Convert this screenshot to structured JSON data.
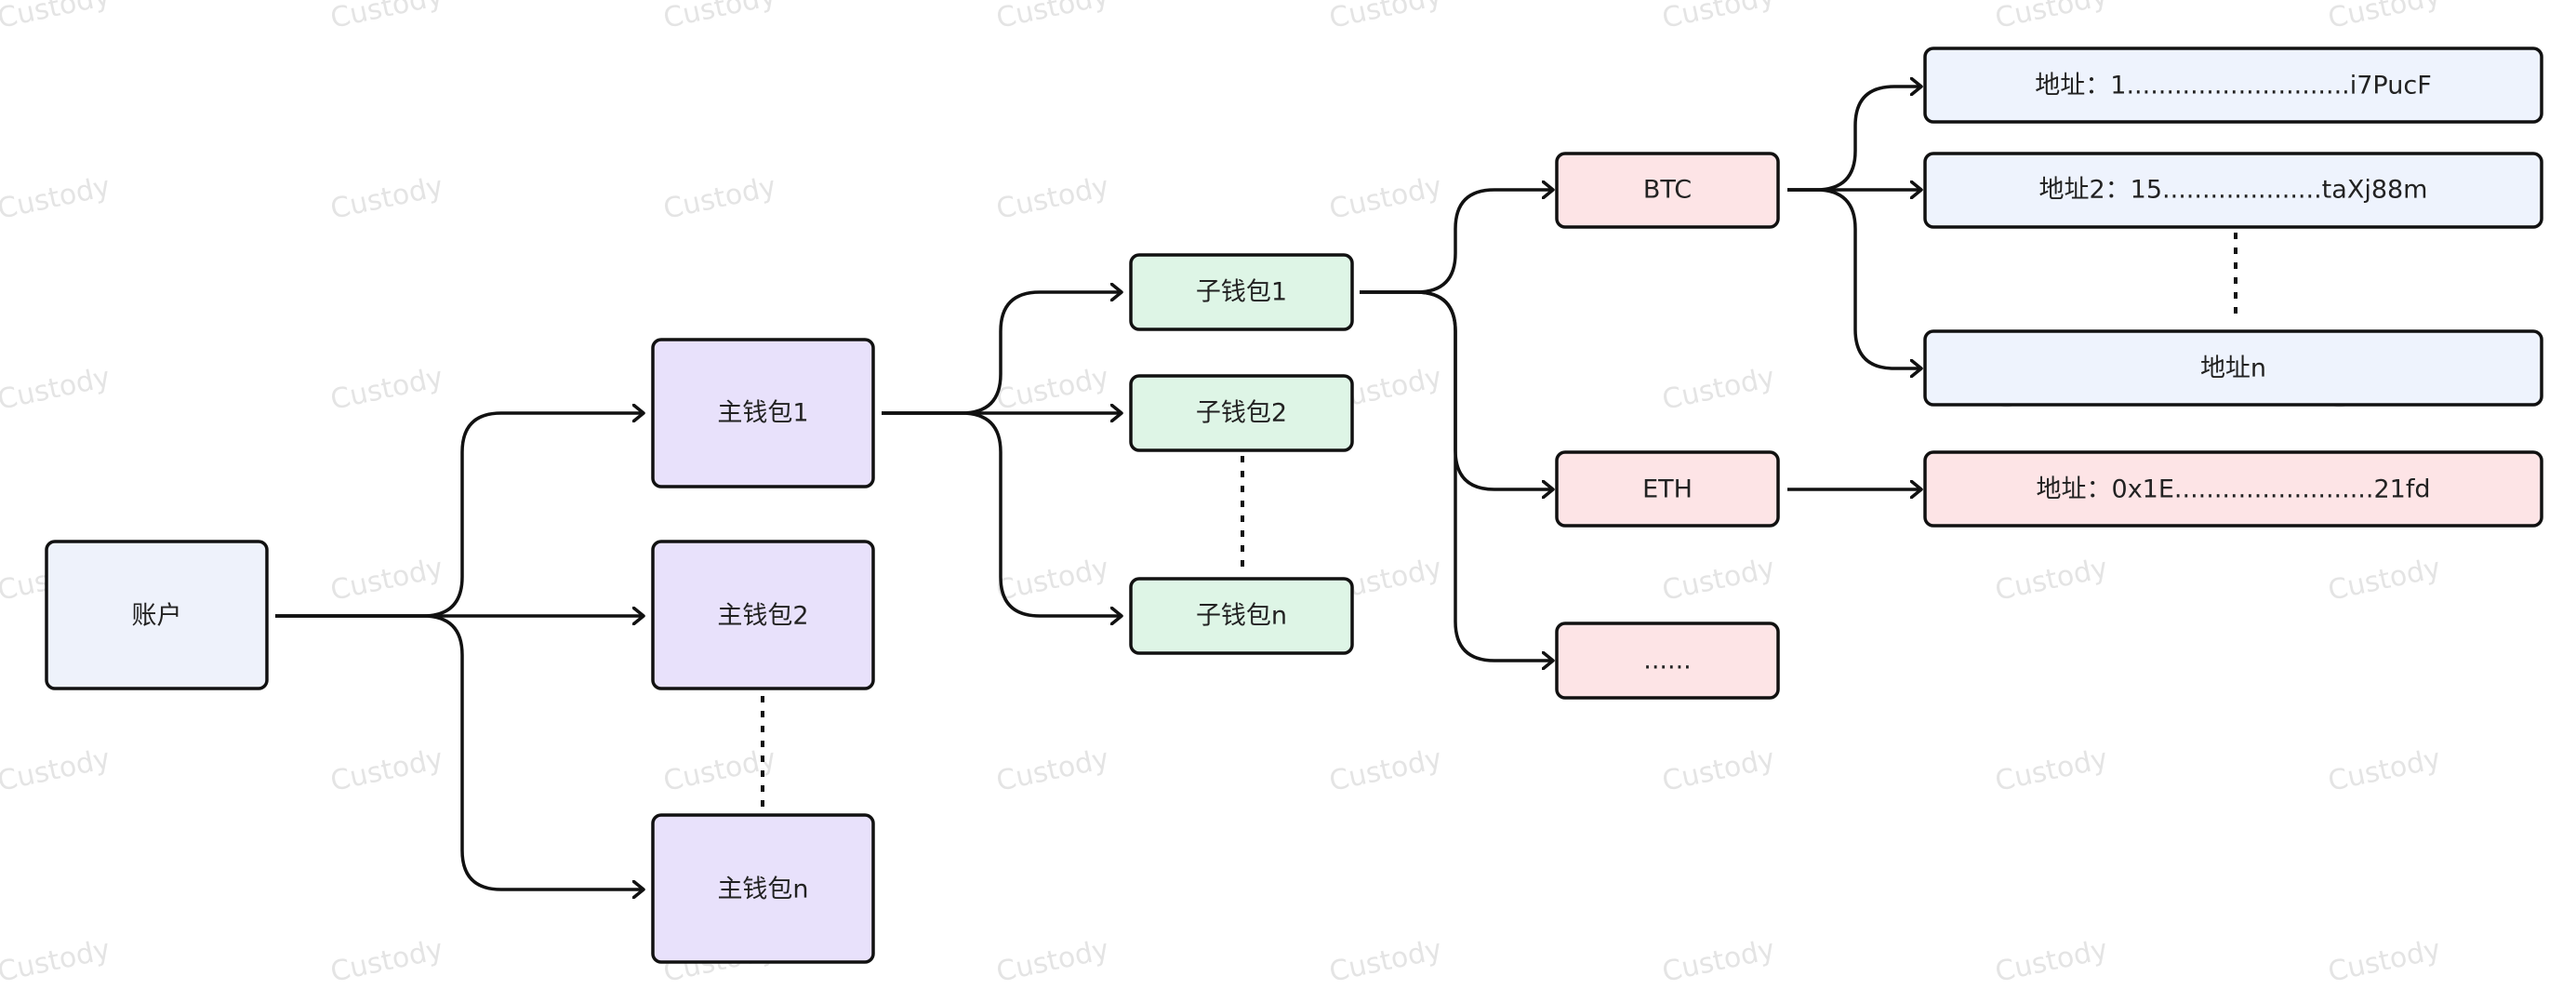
{
  "watermark": "Custody",
  "colors": {
    "account": "#eef2fb",
    "main_wallet": "#e8e1fb",
    "sub_wallet": "#def5e6",
    "coin": "#fde4e6",
    "btc_address": "#eef3fd",
    "eth_address": "#fde4e6",
    "stroke": "#111111"
  },
  "nodes": {
    "account": "账户",
    "main_wallet_1": "主钱包1",
    "main_wallet_2": "主钱包2",
    "main_wallet_n": "主钱包n",
    "sub_wallet_1": "子钱包1",
    "sub_wallet_2": "子钱包2",
    "sub_wallet_n": "子钱包n",
    "btc": "BTC",
    "eth": "ETH",
    "more_coins": "......",
    "btc_address_1": "地址：1............................i7PucF",
    "btc_address_2": "地址2：15....................taXj88m",
    "btc_address_n": "地址n",
    "eth_address": "地址：0x1E.........................21fd"
  }
}
